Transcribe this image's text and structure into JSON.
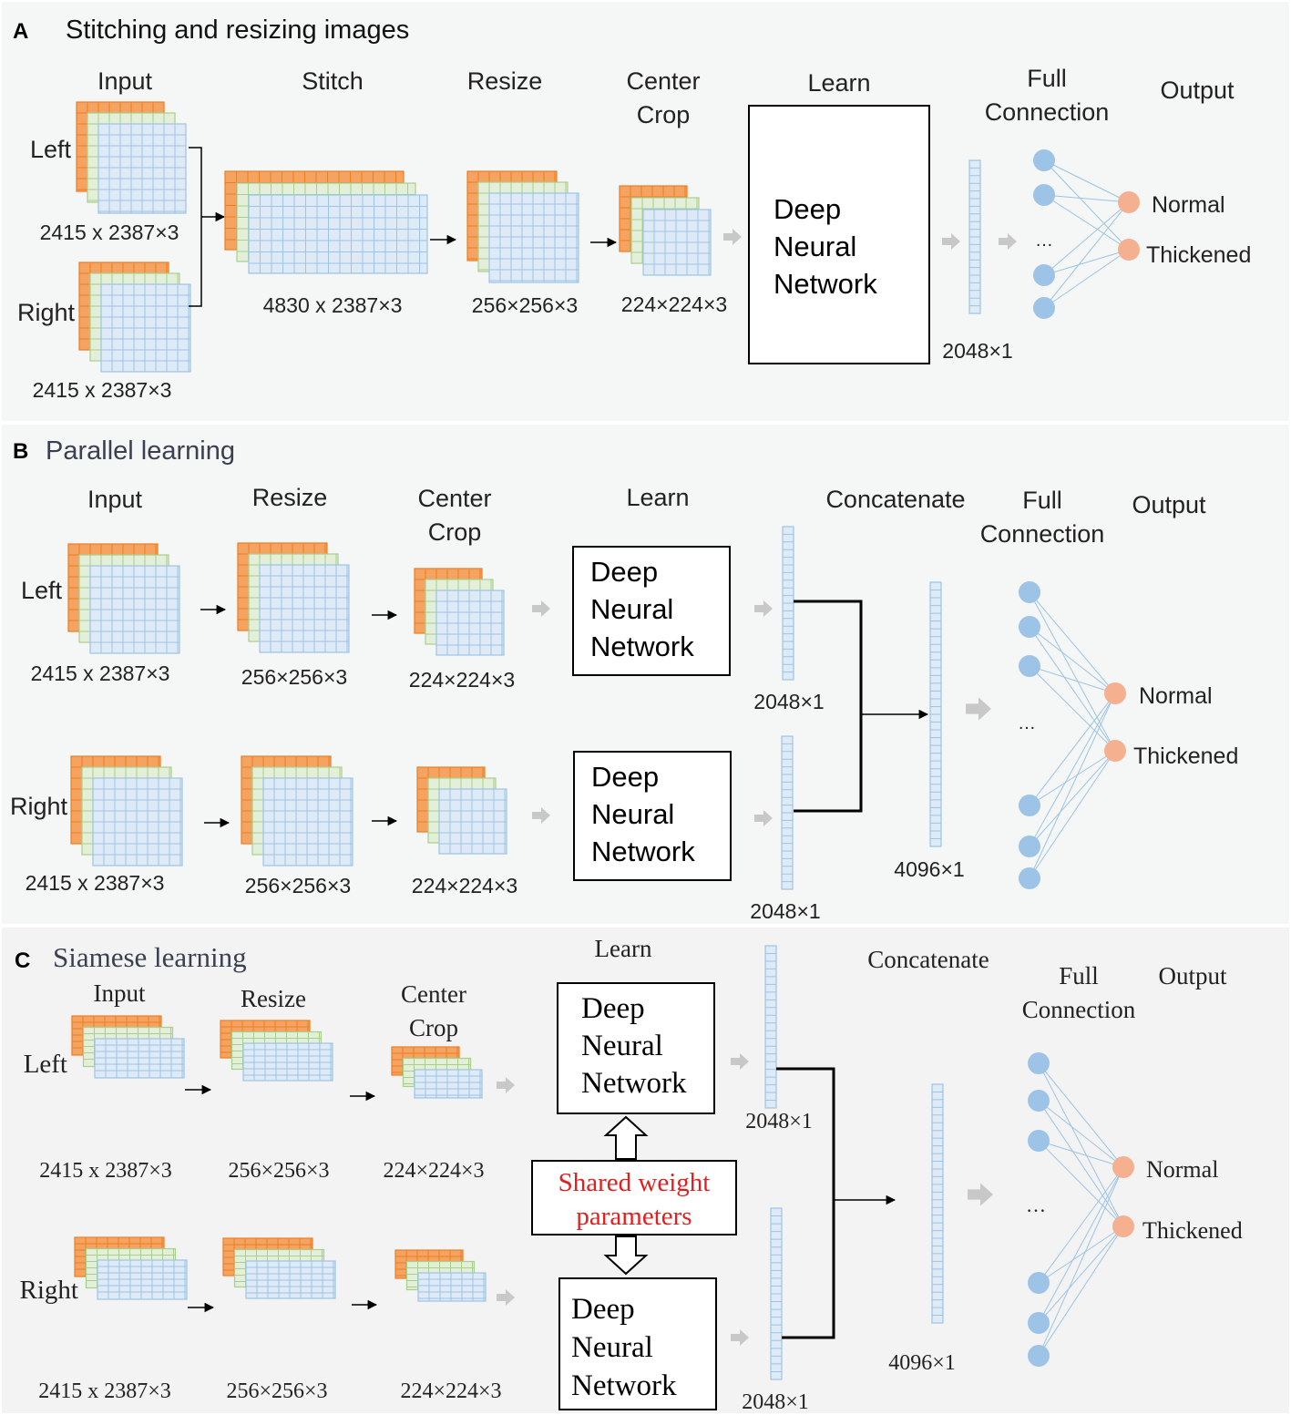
{
  "panels": {
    "a": {
      "letter": "A",
      "title": "Stitching and resizing images",
      "headers": {
        "input": "Input",
        "stitch": "Stitch",
        "resize": "Resize",
        "center_crop_1": "Center",
        "center_crop_2": "Crop",
        "learn": "Learn",
        "full_1": "Full",
        "full_2": "Connection",
        "output": "Output"
      },
      "sides": {
        "left": "Left",
        "right": "Right"
      },
      "dims": {
        "input_left": "2415 x 2387×3",
        "input_right": "2415 x 2387×3",
        "stitch": "4830 x 2387×3",
        "resize": "256×256×3",
        "crop": "224×224×3",
        "feature": "2048×1"
      },
      "dnn": [
        "Deep",
        "Neural",
        "Network"
      ],
      "ellipsis": "…",
      "outputs": {
        "normal": "Normal",
        "thickened": "Thickened"
      }
    },
    "b": {
      "letter": "B",
      "title": "Parallel learning",
      "headers": {
        "input": "Input",
        "resize": "Resize",
        "center_crop_1": "Center",
        "center_crop_2": "Crop",
        "learn": "Learn",
        "concatenate": "Concatenate",
        "full_1": "Full",
        "full_2": "Connection",
        "output": "Output"
      },
      "sides": {
        "left": "Left",
        "right": "Right"
      },
      "dims": {
        "input_left": "2415 x 2387×3",
        "input_right": "2415 x 2387×3",
        "resize_left": "256×256×3",
        "resize_right": "256×256×3",
        "crop_left": "224×224×3",
        "crop_right": "224×224×3",
        "feature_left": "2048×1",
        "feature_right": "2048×1",
        "concat": "4096×1"
      },
      "dnn": [
        "Deep",
        "Neural",
        "Network"
      ],
      "ellipsis": "…",
      "outputs": {
        "normal": "Normal",
        "thickened": "Thickened"
      }
    },
    "c": {
      "letter": "C",
      "title": "Siamese learning",
      "headers": {
        "input": "Input",
        "resize": "Resize",
        "center_crop_1": "Center",
        "center_crop_2": "Crop",
        "learn": "Learn",
        "concatenate": "Concatenate",
        "full_1": "Full",
        "full_2": "Connection",
        "output": "Output"
      },
      "sides": {
        "left": "Left",
        "right": "Right"
      },
      "dims": {
        "input_left": "2415 x 2387×3",
        "input_right": "2415 x 2387×3",
        "resize_left": "256×256×3",
        "resize_right": "256×256×3",
        "crop_left": "224×224×3",
        "crop_right": "224×224×3",
        "feature_left": "2048×1",
        "feature_right": "2048×1",
        "concat": "4096×1"
      },
      "dnn": [
        "Deep",
        "Neural",
        "Network"
      ],
      "shared": [
        "Shared weight",
        "parameters"
      ],
      "ellipsis": "…",
      "outputs": {
        "normal": "Normal",
        "thickened": "Thickened"
      }
    }
  },
  "colors": {
    "panel_bg": "#f5f6f6",
    "orange_fill": "#f4a460",
    "orange_line": "#ee7d22",
    "green_fill": "#e3efd9",
    "green_line": "#a9cf8c",
    "blue_fill": "#deebf7",
    "blue_line": "#9dc3e6",
    "blue_node": "#9dc3e6",
    "orange_node": "#f5b08f",
    "edge": "#9dc3e6",
    "gray_arrow": "#c8c8c8",
    "shared_text": "#e02020"
  }
}
